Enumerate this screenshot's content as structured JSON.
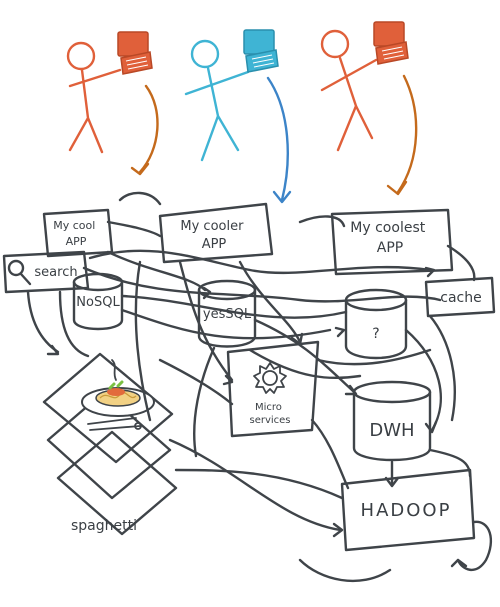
{
  "labels": {
    "app1": "My cool APP",
    "app2": "My cooler APP",
    "app3": "My coolest APP",
    "search": "search",
    "nosql": "NoSQL",
    "yessql": "yesSQL",
    "question": "?",
    "cache": "cache",
    "micro": "Micro services",
    "dwh": "DWH",
    "hadoop": "HADOOP",
    "spaghetti": "spaghetti"
  },
  "colors": {
    "ink": "#3f4449",
    "person_left": "#e0603a",
    "person_middle": "#3fb4d4",
    "person_right": "#e0603a",
    "arrow_brown": "#c46a1c",
    "arrow_blue": "#3c84c8",
    "sauce": "#e26a3c",
    "garnish": "#7bc043"
  },
  "icons": {
    "laptop": "laptop-icon",
    "gear": "gear-icon",
    "magnifier": "magnifier-icon",
    "plate": "spaghetti-plate-icon"
  }
}
